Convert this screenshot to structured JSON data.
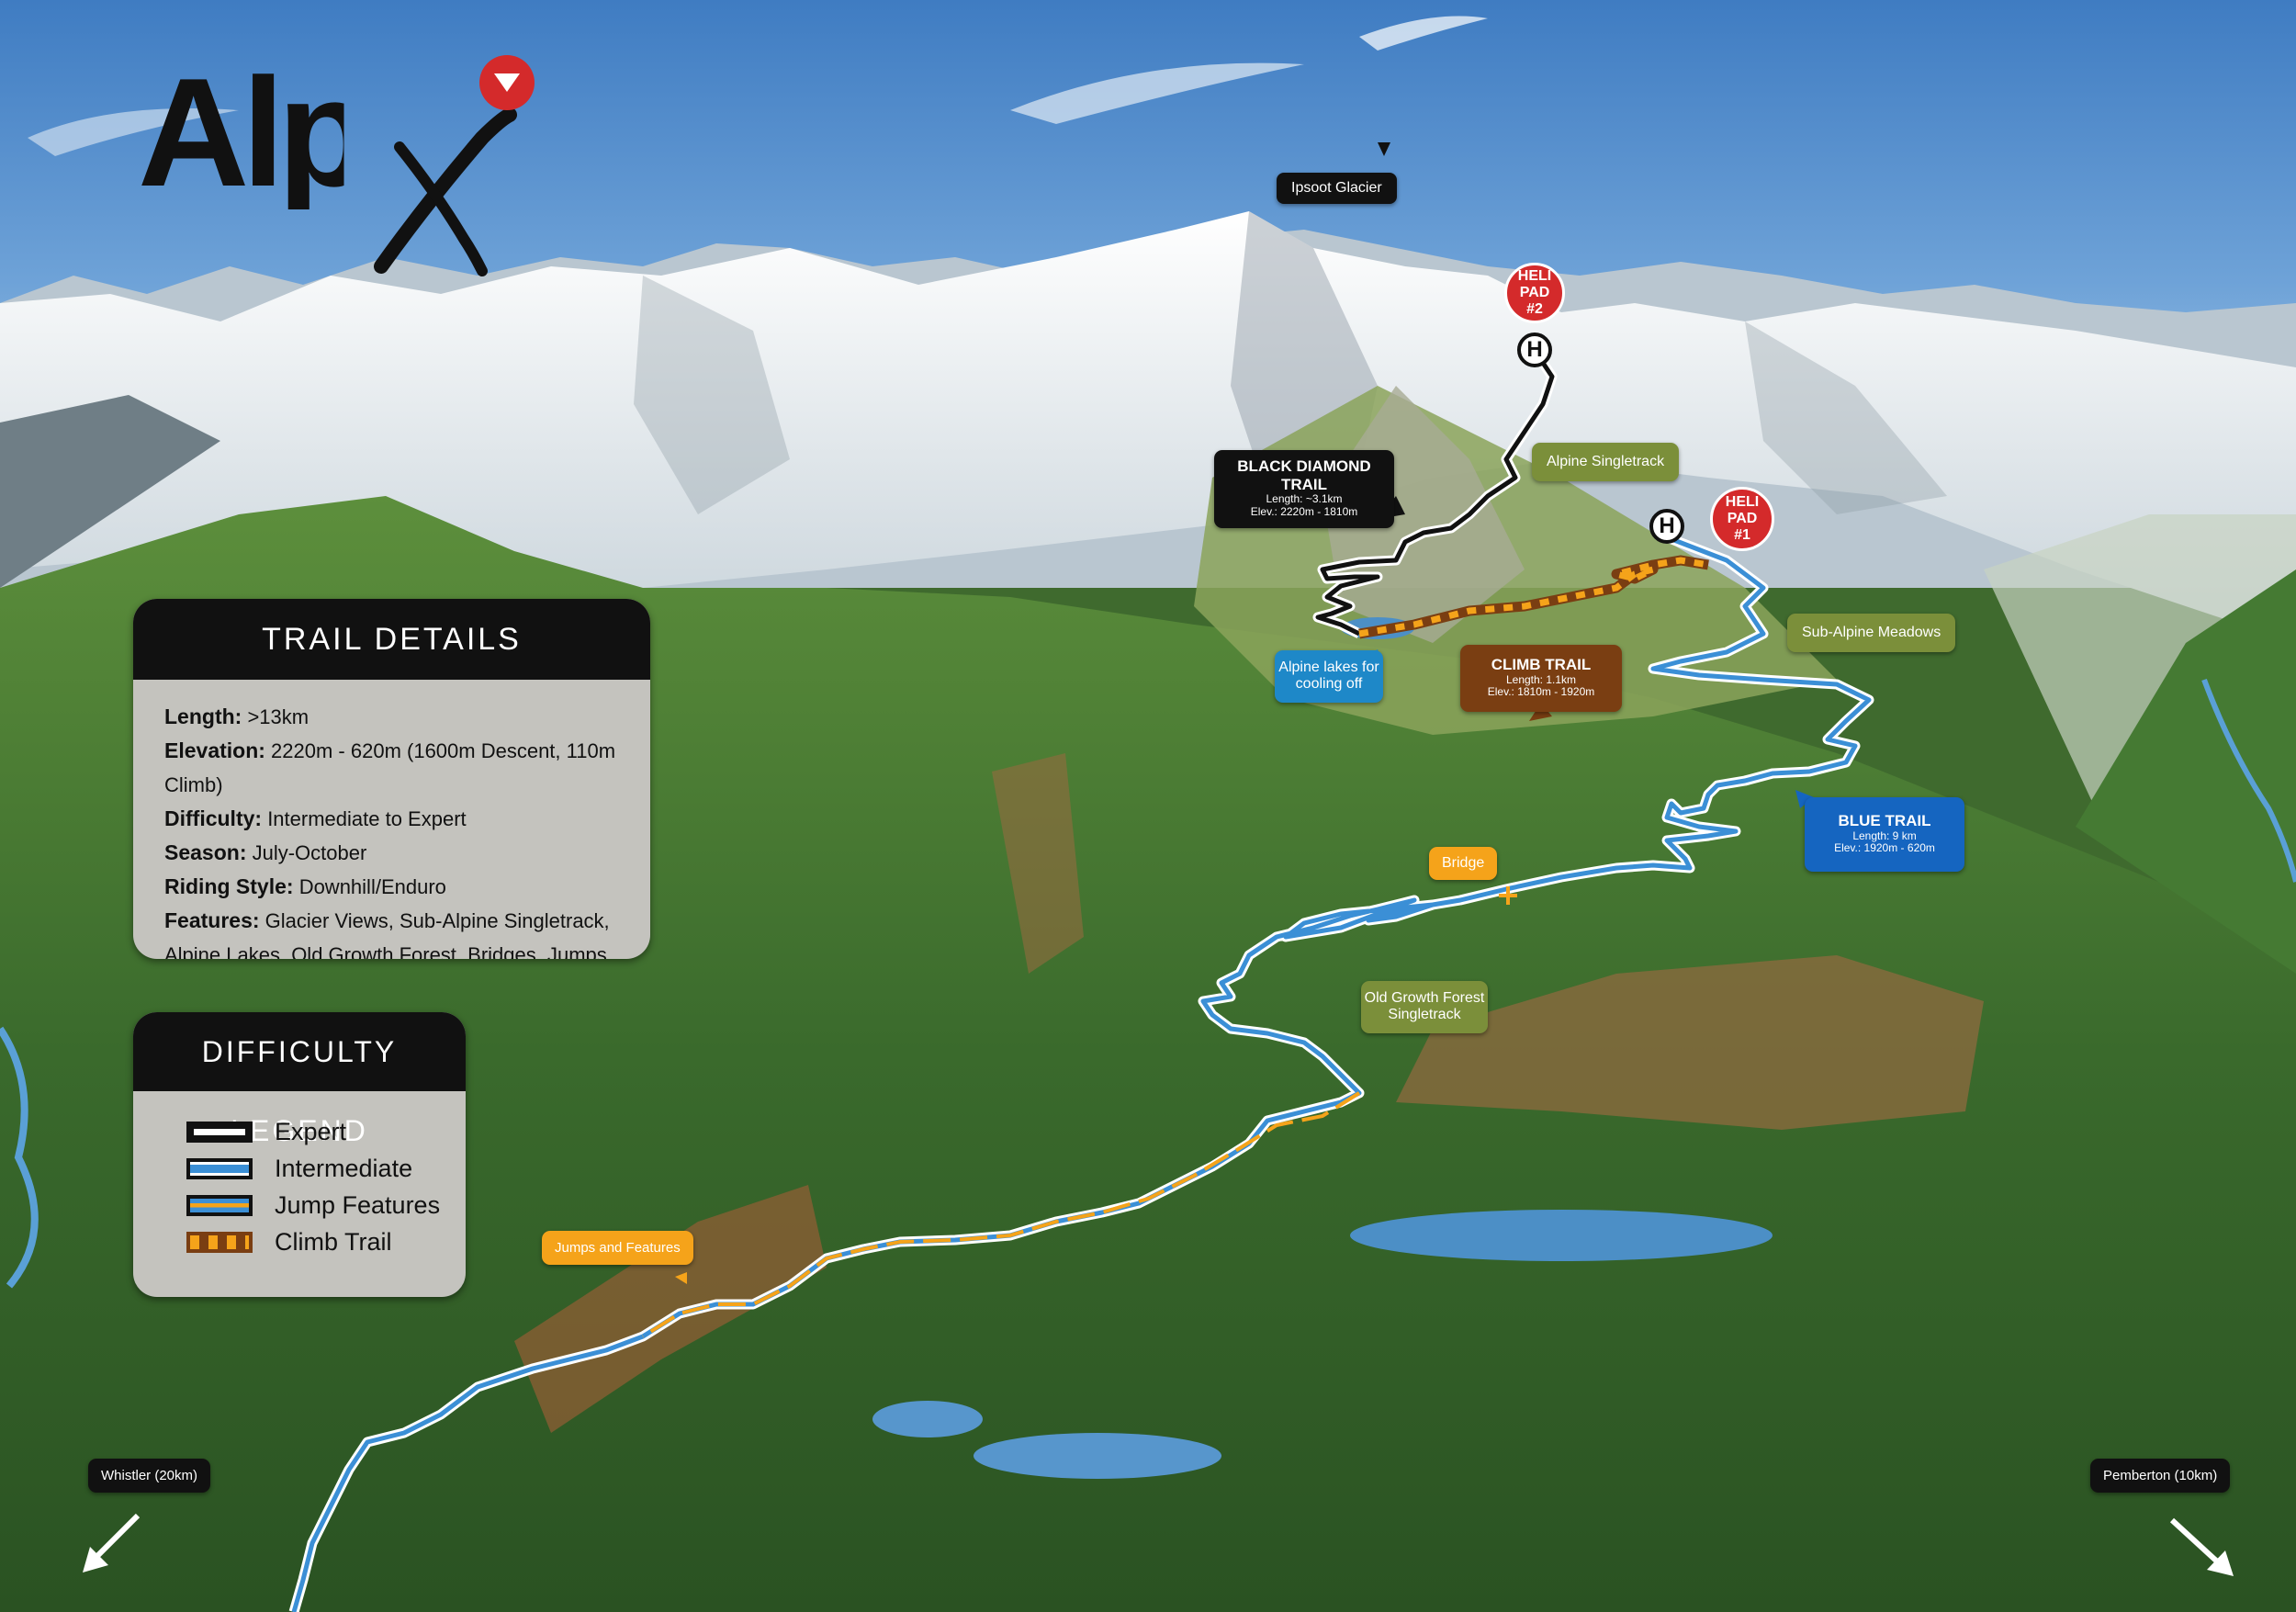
{
  "brand": {
    "logo_text": "AlpX"
  },
  "labels": {
    "glacier": "Ipsoot Glacier",
    "alpine_singletrack": "Alpine Singletrack",
    "sub_alpine_meadows": "Sub-Alpine Meadows",
    "alpine_lakes": "Alpine lakes for cooling off",
    "bridge": "Bridge",
    "old_growth": "Old Growth Forest Singletrack",
    "jumps": "Jumps and Features",
    "whistler": "Whistler (20km)",
    "pemberton": "Pemberton (10km)"
  },
  "heli_pads": [
    {
      "label": "HELI PAD #2",
      "line1": "HELI PAD",
      "line2": "#2",
      "marker": "H"
    },
    {
      "label": "HELI PAD #1",
      "line1": "HELI PAD",
      "line2": "#1",
      "marker": "H"
    }
  ],
  "trails": {
    "black": {
      "title": "BLACK DIAMOND TRAIL",
      "length": "Length: ~3.1km",
      "elev": "Elev.: 2220m - 1810m",
      "color": "#111111"
    },
    "climb": {
      "title": "CLIMB TRAIL",
      "length": "Length: 1.1km",
      "elev": "Elev.: 1810m - 1920m",
      "color": "#7a3e12"
    },
    "blue": {
      "title": "BLUE TRAIL",
      "length": "Length: 9 km",
      "elev": "Elev.: 1920m - 620m",
      "color": "#1565c0"
    }
  },
  "trail_details": {
    "heading": "TRAIL DETAILS",
    "rows": [
      {
        "key": "Length:",
        "value": ">13km"
      },
      {
        "key": "Elevation:",
        "value": "2220m - 620m (1600m Descent, 110m Climb)"
      },
      {
        "key": "Difficulty:",
        "value": "Intermediate to Expert"
      },
      {
        "key": "Season:",
        "value": "July-October"
      },
      {
        "key": "Riding Style:",
        "value": "Downhill/Enduro"
      },
      {
        "key": "Features:",
        "value": "Glacier Views, Sub-Alpine Singletrack,"
      },
      {
        "key": "",
        "value": "Alpine Lakes, Old Growth Forest, Bridges, Jumps, Berms"
      }
    ]
  },
  "legend": {
    "heading": "DIFFICULTY LEGEND",
    "items": [
      {
        "label": "Expert",
        "color": "#111111"
      },
      {
        "label": "Intermediate",
        "color": "#3b8fd6"
      },
      {
        "label": "Jump Features",
        "color": "#3b8fd6",
        "accent": "#f5a31a"
      },
      {
        "label": "Climb Trail",
        "color": "#f5a31a",
        "accent": "#7a3e12"
      }
    ]
  },
  "colors": {
    "sky": "#4a86c8",
    "snow": "#eef2f5",
    "forest": "#2f5e28",
    "intermediate": "#3b8fd6",
    "jump": "#f5a31a",
    "expert": "#111111",
    "heli": "#d42a2b",
    "logo_accent": "#d42a2b"
  }
}
